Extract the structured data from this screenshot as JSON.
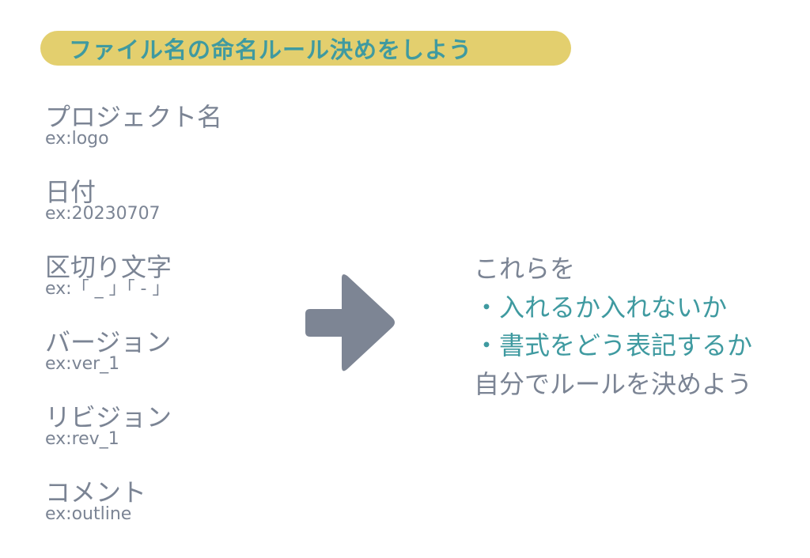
{
  "header": {
    "title": "ファイル名の命名ルール決めをしよう"
  },
  "colors": {
    "pill_bg": "#e3cf6e",
    "accent_teal": "#3f9aa0",
    "text_gray": "#7b8494",
    "arrow": "#7d8594"
  },
  "items": [
    {
      "label": "プロジェクト名",
      "example": "ex:logo"
    },
    {
      "label": "日付",
      "example": "ex:20230707"
    },
    {
      "label": "区切り文字",
      "example": "ex:「 _ 」「 - 」"
    },
    {
      "label": "バージョン",
      "example": "ex:ver_1"
    },
    {
      "label": "リビジョン",
      "example": "ex:rev_1"
    },
    {
      "label": "コメント",
      "example": "ex:outline"
    }
  ],
  "arrow_icon": "arrow-right-icon",
  "summary": {
    "intro": "これらを",
    "bullets": [
      "・入れるか入れないか",
      "・書式をどう表記するか"
    ],
    "conclusion": "自分でルールを決めよう"
  }
}
